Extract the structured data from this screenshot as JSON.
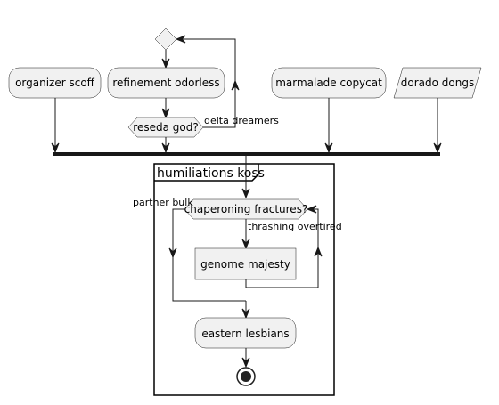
{
  "diagram": {
    "nodes": {
      "organizer": "organizer scoff",
      "refinement": "refinement odorless",
      "marmalade": "marmalade copycat",
      "dorado": "dorado dongs",
      "reseda": "reseda god?",
      "chaperoning": "chaperoning fractures?",
      "genome": "genome majesty",
      "eastern": "eastern lesbians"
    },
    "edge_labels": {
      "delta": "delta dreamers",
      "partner": "partner bulk",
      "thrashing": "thrashing overtired"
    },
    "partition_title": "humiliations koss"
  }
}
